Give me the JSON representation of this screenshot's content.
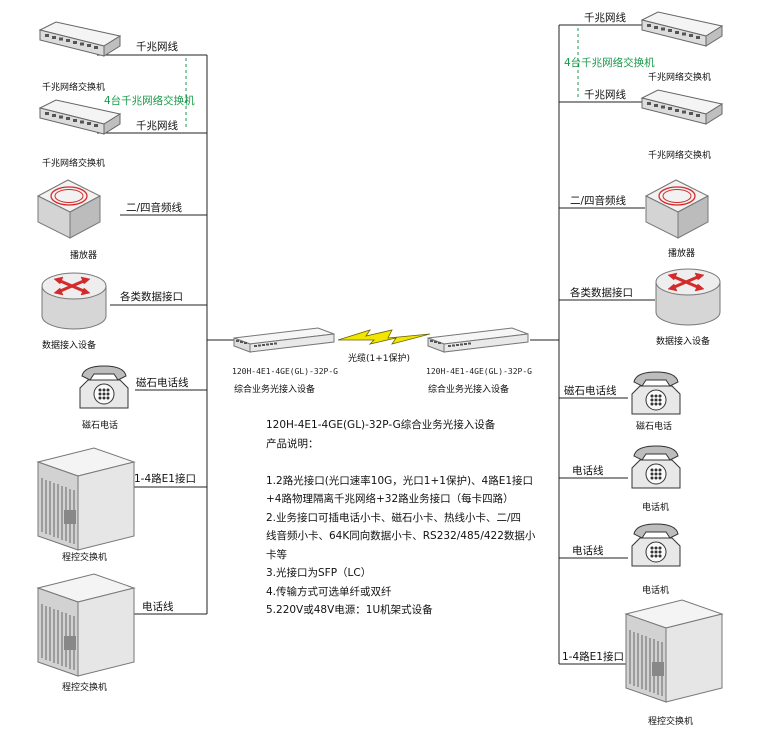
{
  "left": {
    "switch_label_1": "千兆网络交换机",
    "switch_label_2": "千兆网络交换机",
    "line_gigabit_1": "千兆网线",
    "line_gigabit_2": "千兆网线",
    "switch_group_note": "4台千兆网络交换机",
    "player_label": "播放器",
    "line_audio": "二/四音频线",
    "data_device_label": "数据接入设备",
    "line_data": "各类数据接口",
    "magneto_phone_label": "磁石电话",
    "line_magneto": "磁石电话线",
    "pbx_label_1": "程控交换机",
    "line_e1": "1-4路E1接口",
    "pbx_label_2": "程控交换机",
    "line_phone": "电话线"
  },
  "right": {
    "switch_label_1": "千兆网络交换机",
    "switch_label_2": "千兆网络交换机",
    "line_gigabit_1": "千兆网线",
    "line_gigabit_2": "千兆网线",
    "switch_group_note": "4台千兆网络交换机",
    "player_label": "播放器",
    "line_audio": "二/四音频线",
    "data_device_label": "数据接入设备",
    "line_data": "各类数据接口",
    "magneto_phone_label": "磁石电话",
    "line_magneto": "磁石电话线",
    "phone_label_1": "电话机",
    "line_phone_1": "电话线",
    "phone_label_2": "电话机",
    "line_phone_2": "电话线",
    "pbx_label": "程控交换机",
    "line_e1": "1-4路E1接口"
  },
  "center": {
    "device_model_left": "120H-4E1-4GE(GL)-32P-G",
    "device_name_left": "综合业务光接入设备",
    "device_model_right": "120H-4E1-4GE(GL)-32P-G",
    "device_name_right": "综合业务光接入设备",
    "fiber_label": "光缆(1+1保护)"
  },
  "description": {
    "title": "120H-4E1-4GE(GL)-32P-G综合业务光接入设备",
    "subtitle": "产品说明：",
    "line1": "1.2路光接口(光口速率10G，光口1+1保护)、4路E1接口",
    "line2": "+4路物理隔离千兆网络+32路业务接口（每卡四路）",
    "line3": "2.业务接口可插电话小卡、磁石小卡、热线小卡、二/四",
    "line4": "线音频小卡、64K同向数据小卡、RS232/485/422数据小",
    "line5": "卡等",
    "line6": "3.光接口为SFP（LC）",
    "line7": "4.传输方式可选单纤或双纤",
    "line8": "5.220V或48V电源：1U机架式设备"
  },
  "colors": {
    "line": "#222222",
    "green_note": "#1b9a4a",
    "lightning": "#f2e500",
    "player_ring": "#d42a2a",
    "router_arrow": "#d42a2a"
  }
}
